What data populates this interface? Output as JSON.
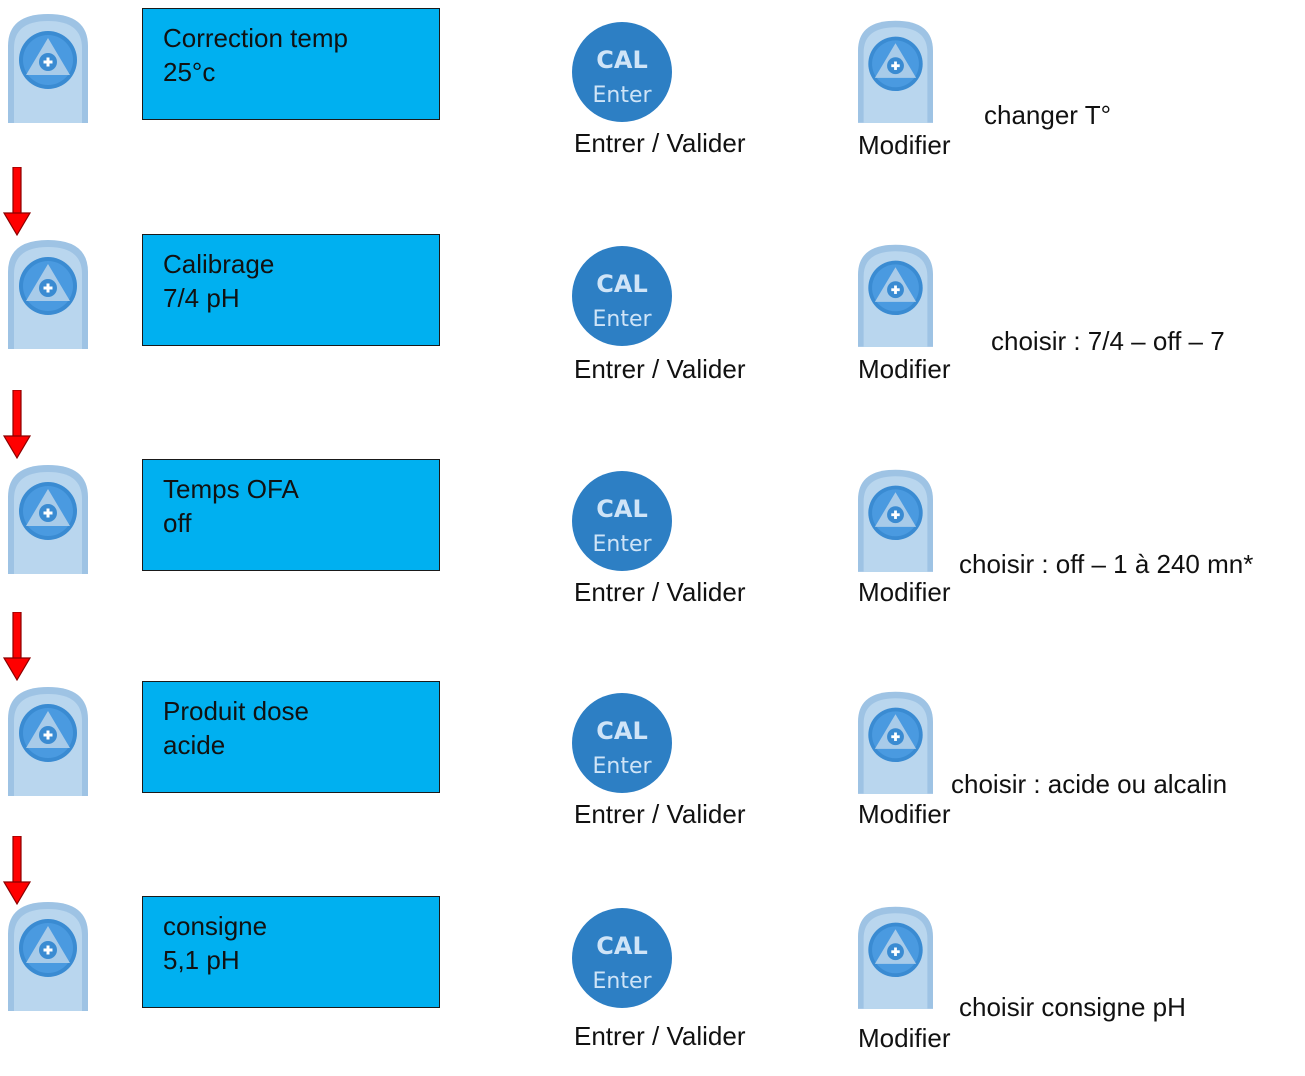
{
  "colors": {
    "lcd_background": "#00b0f0",
    "button_blue": "#2d7fc4",
    "plus_button_face": "#a8c8e6",
    "plus_button_inner": "#3d8fd6",
    "arrow_red": "#ff0000"
  },
  "icons": {
    "plus_button": "plus-triangle-button-icon",
    "cal_button": "cal-enter-button-icon",
    "arrow": "down-arrow-icon"
  },
  "steps": [
    {
      "screen_line1": "Correction temp",
      "screen_line2": "25°c",
      "cal_text1": "CAL",
      "cal_text2": "Enter",
      "cal_label": "Entrer / Valider",
      "modify_label": "Modifier",
      "note": "changer T°"
    },
    {
      "screen_line1": "Calibrage",
      "screen_line2": "7/4 pH",
      "cal_text1": "CAL",
      "cal_text2": "Enter",
      "cal_label": "Entrer / Valider",
      "modify_label": "Modifier",
      "note": "choisir : 7/4 – off – 7"
    },
    {
      "screen_line1": "Temps OFA",
      "screen_line2": "off",
      "cal_text1": "CAL",
      "cal_text2": "Enter",
      "cal_label": "Entrer / Valider",
      "modify_label": "Modifier",
      "note": "choisir : off – 1 à 240 mn*"
    },
    {
      "screen_line1": "Produit dose",
      "screen_line2": "acide",
      "cal_text1": "CAL",
      "cal_text2": "Enter",
      "cal_label": "Entrer / Valider",
      "modify_label": "Modifier",
      "note": "choisir : acide ou alcalin"
    },
    {
      "screen_line1": "consigne",
      "screen_line2": "5,1 pH",
      "cal_text1": "CAL",
      "cal_text2": "Enter",
      "cal_label": "Entrer / Valider",
      "modify_label": "Modifier",
      "note": "choisir consigne pH"
    }
  ]
}
